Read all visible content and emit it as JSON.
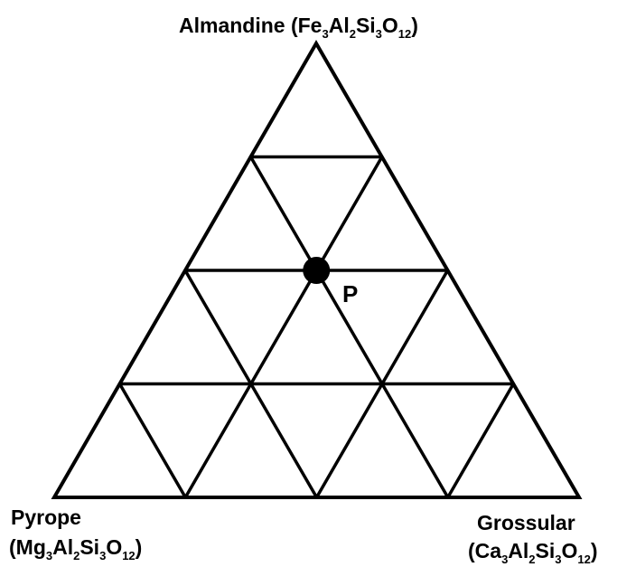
{
  "diagram": {
    "type": "ternary",
    "vertices": {
      "top": {
        "name": "Almandine",
        "formula": [
          [
            "(Fe",
            ""
          ],
          [
            "3",
            "sub"
          ],
          [
            "Al",
            ""
          ],
          [
            "2",
            "sub"
          ],
          [
            "Si",
            ""
          ],
          [
            "3",
            "sub"
          ],
          [
            "O",
            ""
          ],
          [
            "12",
            "sub"
          ],
          [
            ")",
            ""
          ]
        ]
      },
      "left": {
        "name": "Pyrope",
        "formula": [
          [
            "(Mg",
            ""
          ],
          [
            "3",
            "sub"
          ],
          [
            "Al",
            ""
          ],
          [
            "2",
            "sub"
          ],
          [
            "Si",
            ""
          ],
          [
            "3",
            "sub"
          ],
          [
            "O",
            ""
          ],
          [
            "12",
            "sub"
          ],
          [
            ")",
            ""
          ]
        ]
      },
      "right": {
        "name": "Grossular",
        "formula": [
          [
            "(Ca",
            ""
          ],
          [
            "3",
            "sub"
          ],
          [
            "Al",
            ""
          ],
          [
            "2",
            "sub"
          ],
          [
            "Si",
            ""
          ],
          [
            "3",
            "sub"
          ],
          [
            "O",
            ""
          ],
          [
            "12",
            "sub"
          ],
          [
            ")",
            ""
          ]
        ]
      }
    },
    "subdivisions": 4,
    "point": {
      "label": "P",
      "almandine": 0.5,
      "pyrope": 0.25,
      "grossular": 0.25
    }
  }
}
